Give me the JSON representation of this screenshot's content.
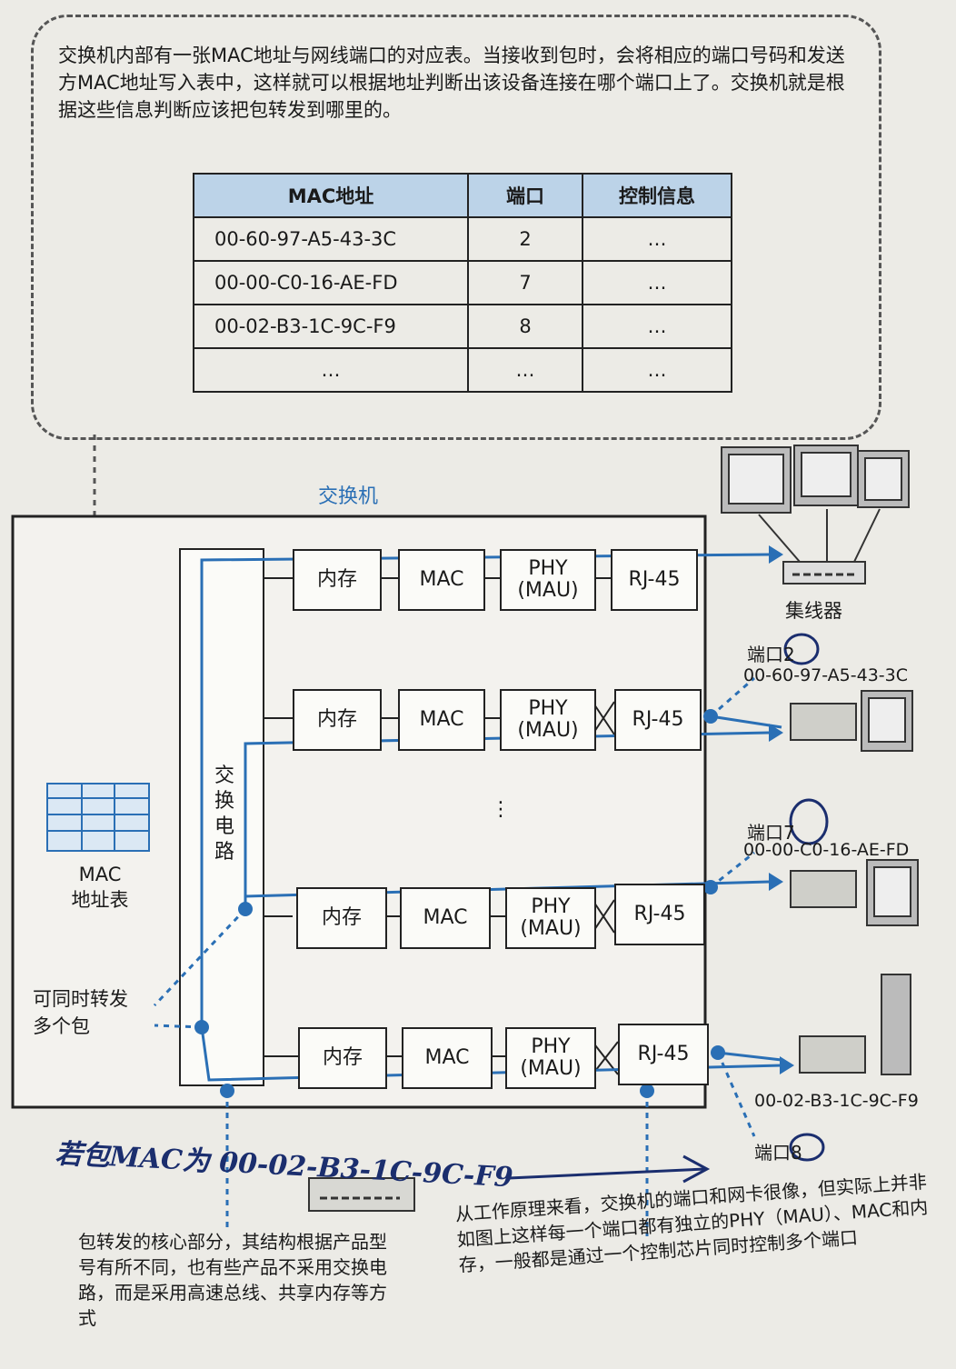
{
  "intro_text": "交换机内部有一张MAC地址与网线端口的对应表。当接收到包时，会将相应的端口号码和发送方MAC地址写入表中，这样就可以根据地址判断出该设备连接在哪个端口上了。交换机就是根据这些信息判断应该把包转发到哪里的。",
  "table": {
    "headers": [
      "MAC地址",
      "端口",
      "控制信息"
    ],
    "rows": [
      [
        "00-60-97-A5-43-3C",
        "2",
        "…"
      ],
      [
        "00-00-C0-16-AE-FD",
        "7",
        "…"
      ],
      [
        "00-02-B3-1C-9C-F9",
        "8",
        "…"
      ],
      [
        "…",
        "…",
        "…"
      ]
    ]
  },
  "switch_label": "交换机",
  "switch_circuit_label": "交换电路",
  "mac_table_label": "MAC\n地址表",
  "concurrent_label": "可同时转发\n多个包",
  "rows": [
    {
      "mem": "内存",
      "mac": "MAC",
      "phy": "PHY\n(MAU)",
      "rj": "RJ-45"
    },
    {
      "mem": "内存",
      "mac": "MAC",
      "phy": "PHY\n(MAU)",
      "rj": "RJ-45"
    },
    {
      "mem": "内存",
      "mac": "MAC",
      "phy": "PHY\n(MAU)",
      "rj": "RJ-45"
    },
    {
      "mem": "内存",
      "mac": "MAC",
      "phy": "PHY\n(MAU)",
      "rj": "RJ-45"
    }
  ],
  "ellipsis": "⋮",
  "hub_label": "集线器",
  "ports": [
    {
      "port": "端口2",
      "mac": "00-60-97-A5-43-3C"
    },
    {
      "port": "端口7",
      "mac": "00-00-C0-16-AE-FD"
    },
    {
      "port": "端口8",
      "mac": "00-02-B3-1C-9C-F9"
    }
  ],
  "handwritten": "若包MAC为 00-02-B3-1C-9C-F9",
  "bottom_left_note": "包转发的核心部分，其结构根据产品型号有所不同，也有些产品不采用交换电路，而是采用高速总线、共享内存等方式",
  "bottom_right_note": "从工作原理来看，交换机的端口和网卡很像，但实际上并非如图上这样每一个端口都有独立的PHY（MAU）、MAC和内存，一般都是通过一个控制芯片同时控制多个端口",
  "colors": {
    "accent": "#2a6fb5",
    "header_bg": "#bcd3e8",
    "ink": "#1b2e6e"
  }
}
